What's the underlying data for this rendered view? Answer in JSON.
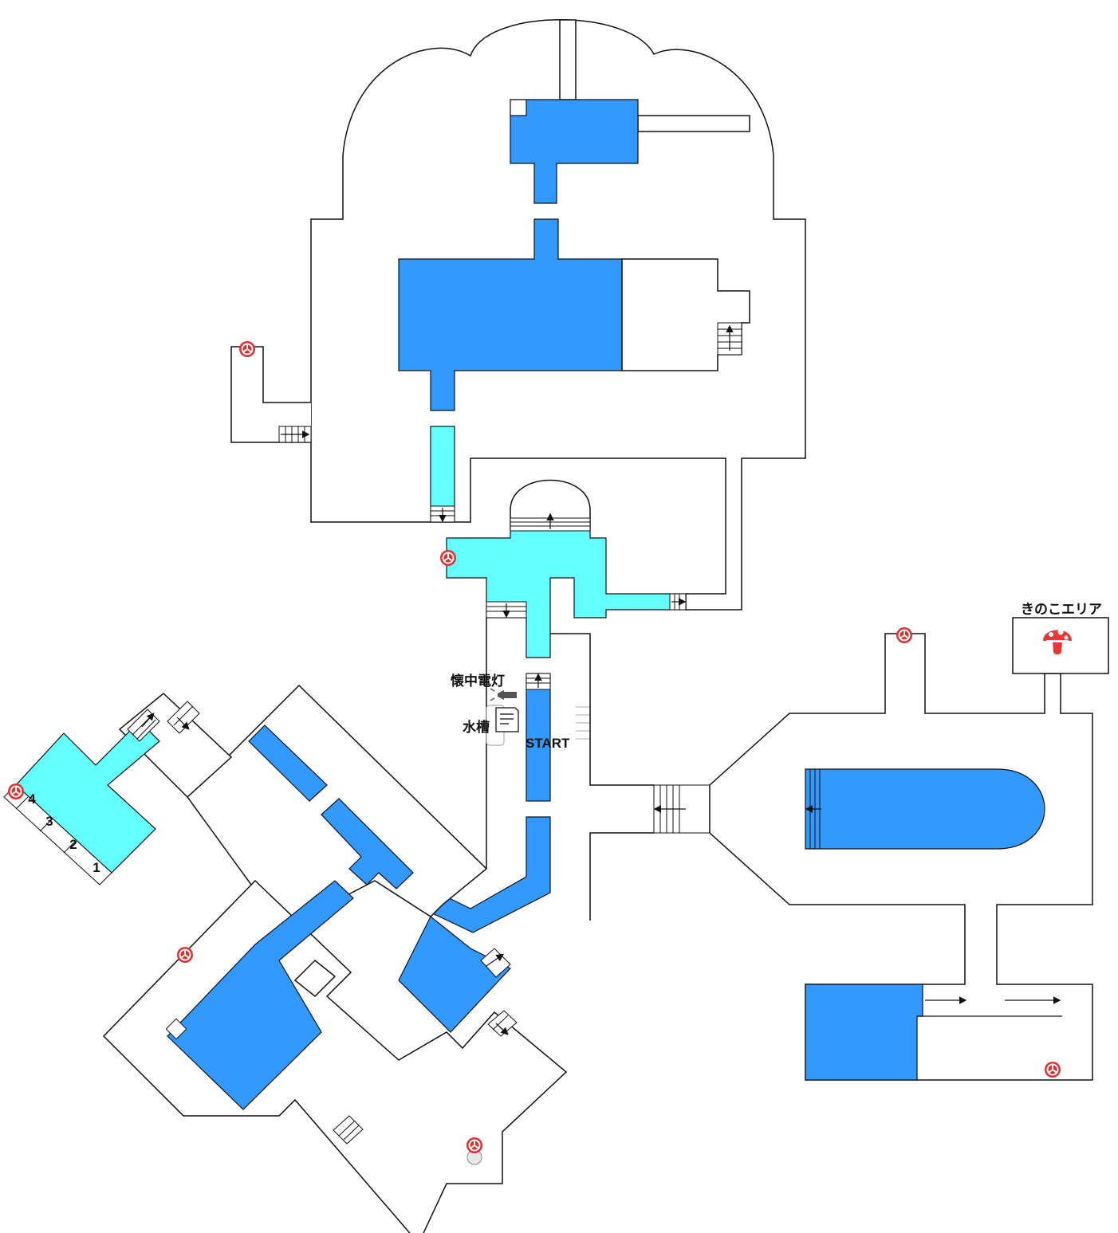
{
  "colors": {
    "water": "#3399ff",
    "shallow": "#66ffff",
    "valve": "#e03030",
    "mushroom": "#e53935"
  },
  "labels": {
    "start": "START",
    "flashlight": "懐中電灯",
    "water_tank": "水槽",
    "mushroom_area": "きのこエリア"
  },
  "icons": {
    "valve": "valve-wheel-icon",
    "flashlight": "flashlight-icon",
    "memo": "memo-icon",
    "mushroom": "mushroom-icon"
  },
  "lockers": [
    "1",
    "2",
    "3",
    "4"
  ]
}
